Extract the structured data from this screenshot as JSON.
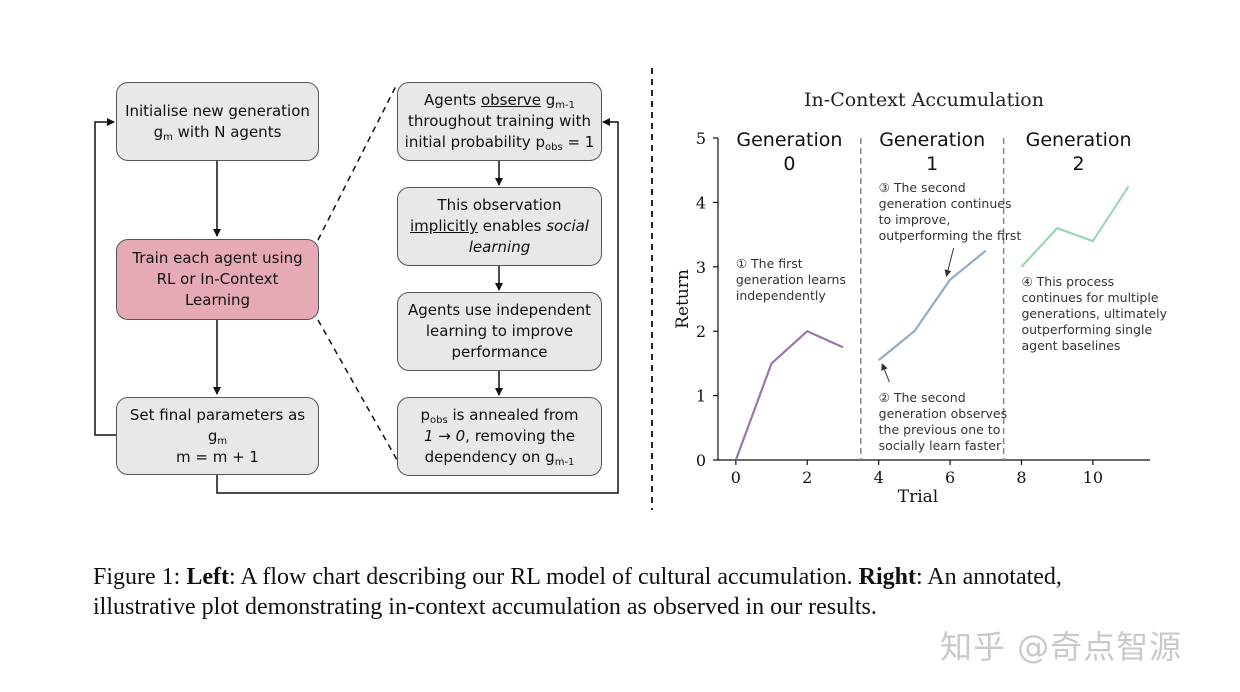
{
  "flow": {
    "box1": {
      "line1": "Initialise new generation",
      "line2_pre": "g",
      "line2_sub": "m",
      "line2_post": " with N agents"
    },
    "box2": {
      "line1": "Train each agent using",
      "line2": "RL or In-Context",
      "line3": "Learning"
    },
    "box3": {
      "line1": "Set final parameters as",
      "line2_pre": "g",
      "line2_sub": "m",
      "line3": "m = m + 1"
    },
    "box4": {
      "l1_pre": "Agents ",
      "l1_u": "observe",
      "l1_mid": " g",
      "l1_sub": "m-1",
      "line2": "throughout training with",
      "l3_pre": "initial probability p",
      "l3_sub": "obs",
      "l3_post": " = 1"
    },
    "box5": {
      "line1": "This observation",
      "l2_u": "implicitly",
      "l2_post": " enables ",
      "l2_i": "social",
      "l3_i": "learning"
    },
    "box6": {
      "line1": "Agents use independent",
      "line2": "learning to improve",
      "line3": "performance"
    },
    "box7": {
      "l1_pre": "p",
      "l1_sub": "obs",
      "l1_post": " is annealed from",
      "l2_pre": "1 → 0",
      "l2_post": ", removing the",
      "l3_pre": "dependency on g",
      "l3_sub": "m-1"
    }
  },
  "chart_data": {
    "type": "line",
    "title": "In-Context Accumulation",
    "xlabel": "Trial",
    "ylabel": "Return",
    "xlim": [
      -0.5,
      11.6
    ],
    "ylim": [
      0,
      5
    ],
    "xticks": [
      0,
      2,
      4,
      6,
      8,
      10
    ],
    "yticks": [
      0,
      1,
      2,
      3,
      4,
      5
    ],
    "grid": false,
    "separators": [
      3.5,
      7.5
    ],
    "generation_labels": [
      {
        "line1": "Generation",
        "line2": "0"
      },
      {
        "line1": "Generation",
        "line2": "1"
      },
      {
        "line1": "Generation",
        "line2": "2"
      }
    ],
    "series": [
      {
        "color": "#9b77a8",
        "x": [
          0,
          1,
          2,
          3
        ],
        "y": [
          0.0,
          1.5,
          2.0,
          1.75
        ]
      },
      {
        "color": "#90acc6",
        "x": [
          4,
          5,
          6,
          7
        ],
        "y": [
          1.55,
          2.0,
          2.8,
          3.25
        ]
      },
      {
        "color": "#98d8b2",
        "x": [
          8,
          9,
          10,
          11
        ],
        "y": [
          3.0,
          3.6,
          3.4,
          4.25
        ]
      }
    ],
    "annotations": [
      {
        "lines": [
          "① The first",
          "generation learns",
          "independently"
        ]
      },
      {
        "lines": [
          "② The second",
          "generation observes",
          "the previous one to",
          "socially learn faster"
        ]
      },
      {
        "lines": [
          "③ The second",
          "generation continues",
          "to improve,",
          "outperforming the first"
        ]
      },
      {
        "lines": [
          "④ This process",
          "continues for multiple",
          "generations, ultimately",
          "outperforming single",
          "agent baselines"
        ]
      }
    ]
  },
  "caption": {
    "prefix": "Figure 1: ",
    "left_label": "Left",
    "left_text": ": A flow chart describing our RL model of cultural accumulation. ",
    "right_label": "Right",
    "right_text_line1": ": An annotated,",
    "line2": "illustrative plot demonstrating in-context accumulation as observed in our results."
  },
  "watermark": "知乎 @奇点智源"
}
